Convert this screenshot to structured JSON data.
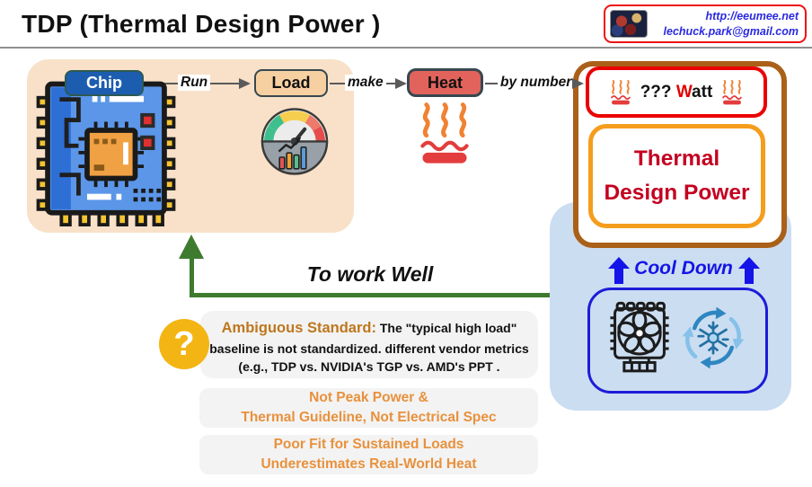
{
  "title": "TDP (Thermal Design Power )",
  "credit": {
    "url": "http://eeumee.net",
    "email": "lechuck.park@gmail.com"
  },
  "flow": {
    "chip": "Chip",
    "run": "Run",
    "load": "Load",
    "make": "make",
    "heat": "Heat",
    "by_number": "by number",
    "watt_q": "??? ",
    "watt_w": "W",
    "watt_rest": "att",
    "tdp_line1": "Thermal",
    "tdp_line2": "Design Power"
  },
  "feedback": {
    "label": "To work Well"
  },
  "cooling": {
    "label": "Cool Down"
  },
  "question": {
    "mark": "?"
  },
  "ambiguous": {
    "heading": "Ambiguous Standard:",
    "line1": " The \"typical high load\"",
    "line2": "baseline is not standardized. different vendor metrics",
    "line3": "(e.g., TDP vs. NVIDIA's TGP vs. AMD's PPT ."
  },
  "notes": [
    {
      "line1": "Not Peak Power &",
      "line2": "Thermal Guideline, Not Electrical Spec"
    },
    {
      "line1": "Poor Fit for Sustained Loads",
      "line2": "Underestimates Real-World Heat"
    }
  ],
  "colors": {
    "accent_red": "#ea0000",
    "accent_orange": "#f59d1c",
    "accent_brown": "#aa6018",
    "tdp_text": "#c40021",
    "cool_blue": "#1414e6",
    "green_arrow": "#3e7b2f",
    "note_orange": "#e8913c",
    "peach_bg": "#f8e1c8",
    "blue_bg": "#cbddf1",
    "heat_fill": "#e2635c",
    "load_fill": "#f7d0a2",
    "chip_fill": "#1c5db0"
  }
}
